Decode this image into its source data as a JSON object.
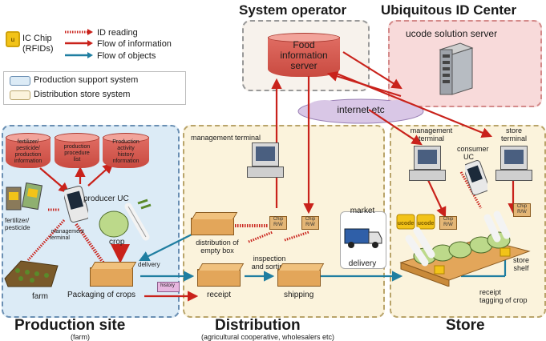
{
  "legend": {
    "chip_label": "IC Chip",
    "chip_sub": "(RFIDs)",
    "id_reading": "ID reading",
    "flow_info": "Flow of information",
    "flow_objects": "Flow of objects",
    "production_support": "Production support system",
    "distribution_store": "Distribution store system"
  },
  "headings": {
    "system_operator": "System operator",
    "ubiquitous": "Ubiquitous ID Center",
    "production_site": "Production site",
    "production_sub": "(farm)",
    "distribution": "Distribution",
    "distribution_sub": "(agricultural cooperative, wholesalers etc)",
    "store": "Store"
  },
  "servers": {
    "food_info": [
      "Food",
      "information",
      "server"
    ],
    "ucode": "ucode solution server"
  },
  "network": {
    "internet": "internet etc"
  },
  "production": {
    "db1": [
      "fertilizer/",
      "pesticide/",
      "production",
      "information"
    ],
    "db2": [
      "production",
      "procedure",
      "list"
    ],
    "db3": [
      "Production",
      "activity",
      "history",
      "nformation"
    ],
    "producer_uc": "producer UC",
    "fertilizer": [
      "fertilizer/",
      "pesticide"
    ],
    "management_terminal": [
      "management",
      "terminal"
    ],
    "crop": "crop",
    "farm": "farm",
    "packaging": "Packaging of crops",
    "delivery": "delivery",
    "history": "history"
  },
  "distribution": {
    "management_terminal": "management terminal",
    "distribution_box": [
      "distribution of",
      "empty box"
    ],
    "inspection": [
      "inspection",
      "and sorting"
    ],
    "receipt": "receipt",
    "shipping": "shipping",
    "chip_rw": [
      "Chip",
      "R/W"
    ]
  },
  "market": {
    "title": "market",
    "delivery": "delivery"
  },
  "store": {
    "management_terminal": [
      "management",
      "terminal"
    ],
    "consumer_uc": [
      "consumer",
      "UC"
    ],
    "store_terminal": [
      "store",
      "terminal"
    ],
    "store_shelf": [
      "store",
      "shelf"
    ],
    "receipt_tagging": [
      "receipt",
      "tagging of crop"
    ],
    "chip_rw": [
      "Chip",
      "R/W"
    ],
    "ucode": "ucode"
  },
  "colors": {
    "info_arrow": "#c9221b",
    "object_arrow": "#1f7ea1",
    "panel_blue": "#dcebf6",
    "panel_cream": "#fbf3dc",
    "server_red": "#d9584d"
  }
}
